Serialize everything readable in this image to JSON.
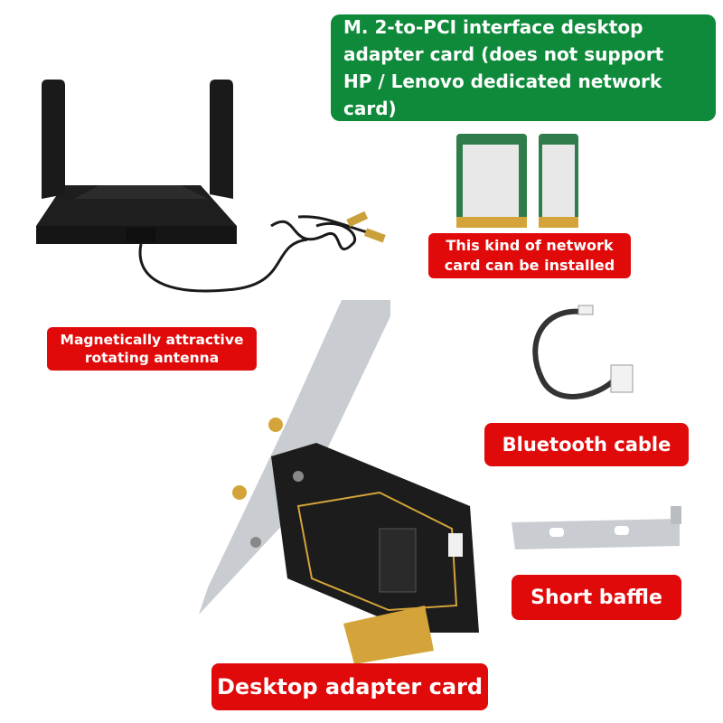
{
  "labels": {
    "green_banner": {
      "lines": [
        "M. 2-to-PCI interface desktop",
        "adapter card (does not support",
        "HP / Lenovo dedicated network card)"
      ],
      "color": "#0e8a3a"
    },
    "nic_label": {
      "lines": [
        "This kind of network",
        "card can be installed"
      ],
      "color": "#e00a0a"
    },
    "antenna_label": {
      "lines": [
        "Magnetically attractive",
        "rotating antenna"
      ],
      "color": "#e00a0a"
    },
    "bluetooth_label": {
      "text": "Bluetooth cable",
      "color": "#e00a0a"
    },
    "baffle_label": {
      "text": "Short baffle",
      "color": "#e00a0a"
    },
    "desktop_label": {
      "text": "Desktop adapter card",
      "color": "#e00a0a"
    }
  },
  "colors": {
    "pcb_black": "#1c1c1c",
    "gold": "#d4a43a",
    "bracket_silver": "#c9ccd0",
    "module_green": "#2f7d4a",
    "cable": "#222222"
  }
}
